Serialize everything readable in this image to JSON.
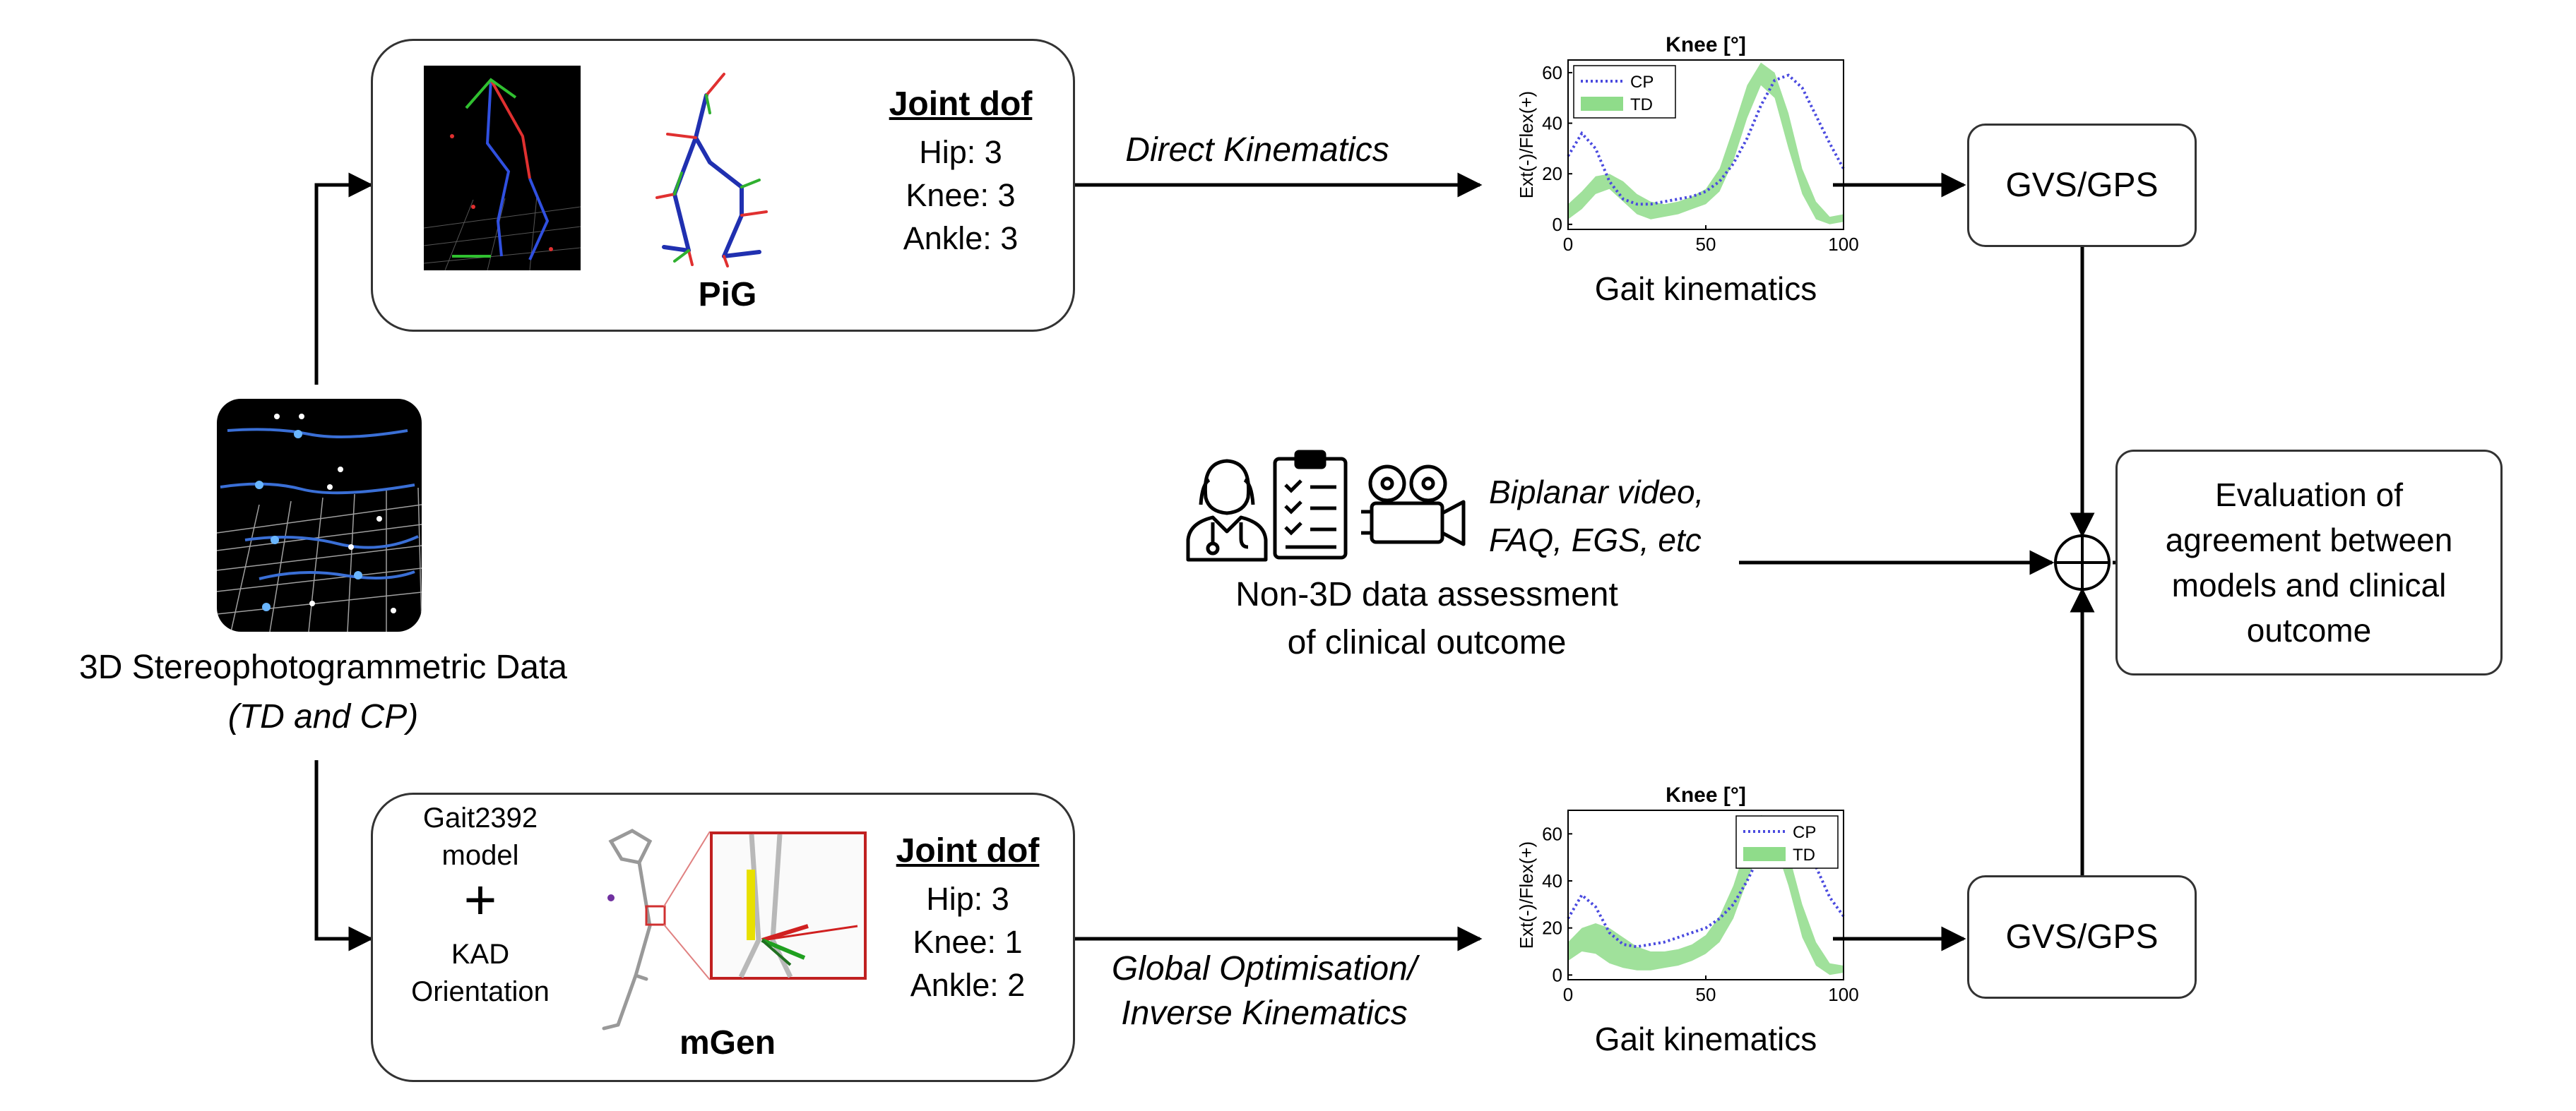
{
  "source": {
    "title": "3D Stereophotogrammetric Data",
    "subtitle": "(TD and CP)"
  },
  "pig": {
    "model_name": "PiG",
    "dof_header": "Joint dof",
    "dof": [
      "Hip: 3",
      "Knee: 3",
      "Ankle: 3"
    ]
  },
  "mgen": {
    "model_name": "mGen",
    "left_lines": [
      "Gait2392",
      "model",
      "+",
      "KAD",
      "Orientation"
    ],
    "dof_header": "Joint dof",
    "dof": [
      "Hip: 3",
      "Knee: 1",
      "Ankle: 2"
    ]
  },
  "arrows": {
    "top": "Direct Kinematics",
    "bottom_1": "Global Optimisation/",
    "bottom_2": "Inverse Kinematics"
  },
  "clinical": {
    "italic_1": "Biplanar video,",
    "italic_2": "FAQ, EGS, etc",
    "label_1": "Non-3D data assessment",
    "label_2": "of clinical outcome"
  },
  "outputs": {
    "gvs_top": "GVS/GPS",
    "gvs_bottom": "GVS/GPS",
    "eval": [
      "Evaluation of",
      "agreement between",
      "models and clinical",
      "outcome"
    ]
  },
  "chart_data": [
    {
      "type": "line",
      "title": "Knee [°]",
      "ylabel": "Ext(-)/Flex(+)",
      "xlabel": "Gait kinematics",
      "xlim": [
        0,
        100
      ],
      "ylim": [
        -2,
        65
      ],
      "xticks": [
        0,
        50,
        100
      ],
      "yticks": [
        0,
        20,
        40,
        60
      ],
      "legend": "top-left",
      "series": [
        {
          "name": "CP",
          "style": "dotted",
          "color": "#4a4adf",
          "x": [
            0,
            5,
            10,
            15,
            20,
            25,
            30,
            35,
            40,
            45,
            50,
            55,
            60,
            65,
            70,
            75,
            80,
            85,
            90,
            95,
            100
          ],
          "y": [
            27,
            36,
            30,
            17,
            10,
            8,
            8,
            9,
            10,
            11,
            13,
            17,
            24,
            34,
            47,
            57,
            59,
            54,
            43,
            32,
            22
          ]
        },
        {
          "name": "TD",
          "style": "band",
          "color": "#8fdc8a",
          "x": [
            0,
            5,
            10,
            15,
            20,
            25,
            30,
            35,
            40,
            45,
            50,
            55,
            60,
            65,
            70,
            75,
            80,
            85,
            90,
            95,
            100
          ],
          "lower": [
            2,
            6,
            12,
            14,
            9,
            4,
            2,
            3,
            4,
            6,
            8,
            13,
            25,
            42,
            55,
            50,
            30,
            12,
            2,
            0,
            1
          ],
          "upper": [
            8,
            13,
            19,
            20,
            17,
            12,
            9,
            8,
            9,
            11,
            14,
            22,
            38,
            55,
            64,
            60,
            44,
            22,
            9,
            3,
            4
          ]
        }
      ]
    },
    {
      "type": "line",
      "title": "Knee [°]",
      "ylabel": "Ext(-)/Flex(+)",
      "xlabel": "Gait kinematics",
      "xlim": [
        0,
        100
      ],
      "ylim": [
        -2,
        70
      ],
      "xticks": [
        0,
        50,
        100
      ],
      "yticks": [
        0,
        20,
        40,
        60
      ],
      "legend": "top-right",
      "series": [
        {
          "name": "CP",
          "style": "dotted",
          "color": "#4a4adf",
          "x": [
            0,
            5,
            10,
            15,
            20,
            25,
            30,
            35,
            40,
            45,
            50,
            55,
            60,
            65,
            70,
            75,
            80,
            85,
            90,
            95,
            100
          ],
          "y": [
            24,
            34,
            29,
            18,
            13,
            12,
            13,
            14,
            16,
            18,
            20,
            24,
            30,
            40,
            52,
            61,
            64,
            58,
            46,
            33,
            25
          ]
        },
        {
          "name": "TD",
          "style": "band",
          "color": "#8fdc8a",
          "x": [
            0,
            5,
            10,
            15,
            20,
            25,
            30,
            35,
            40,
            45,
            50,
            55,
            60,
            65,
            70,
            75,
            80,
            85,
            90,
            95,
            100
          ],
          "lower": [
            6,
            10,
            9,
            5,
            3,
            2,
            2,
            3,
            4,
            6,
            9,
            14,
            24,
            40,
            55,
            56,
            38,
            16,
            4,
            0,
            1
          ],
          "upper": [
            14,
            20,
            22,
            20,
            16,
            12,
            10,
            10,
            11,
            13,
            17,
            25,
            38,
            56,
            68,
            66,
            52,
            30,
            14,
            5,
            4
          ]
        }
      ]
    }
  ]
}
